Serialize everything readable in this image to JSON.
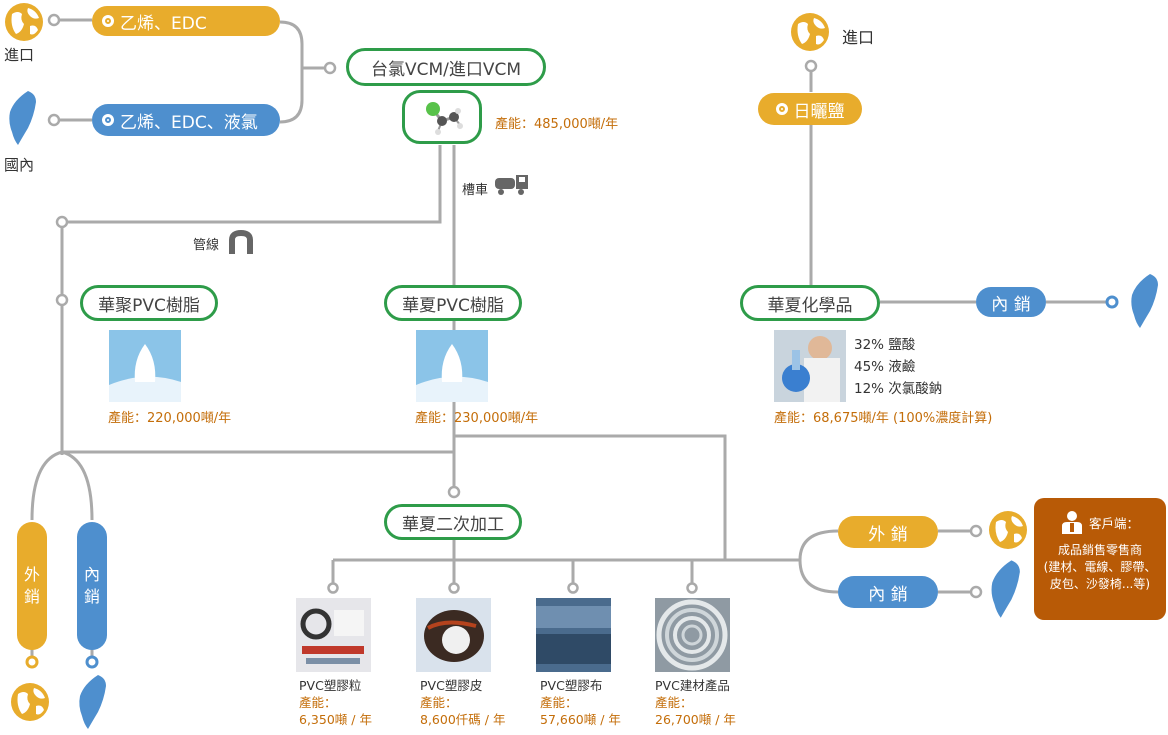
{
  "sources": {
    "import_label": "進口",
    "domestic_label": "國內",
    "import_feed": "乙烯、EDC",
    "domestic_feed": "乙烯、EDC、液氯"
  },
  "vcm": {
    "label": "台氯VCM/進口VCM",
    "capacity": "產能：485,000噸/年"
  },
  "transport": {
    "truck": "槽車",
    "pipe": "管線"
  },
  "salt": {
    "import_label": "進口",
    "label": "日曬鹽"
  },
  "resin1": {
    "label": "華聚PVC樹脂",
    "capacity": "產能：220,000噸/年"
  },
  "resin2": {
    "label": "華夏PVC樹脂",
    "capacity": "產能：230,000噸/年"
  },
  "chem": {
    "label": "華夏化學品",
    "items": [
      "32% 鹽酸",
      "45% 液鹼",
      "12% 次氯酸鈉"
    ],
    "capacity": "產能：68,675噸/年 (100%濃度計算)",
    "domestic_sales": "內 銷"
  },
  "left_sales": {
    "export_chars": [
      "外",
      "銷"
    ],
    "domestic_chars": [
      "內",
      "銷"
    ]
  },
  "processing": {
    "label": "華夏二次加工",
    "products": [
      {
        "name": "PVC塑膠粒",
        "cap_label": "產能：",
        "cap_value": "6,350噸 / 年"
      },
      {
        "name": "PVC塑膠皮",
        "cap_label": "產能：",
        "cap_value": "8,600仟碼 / 年"
      },
      {
        "name": "PVC塑膠布",
        "cap_label": "產能：",
        "cap_value": "57,660噸 / 年"
      },
      {
        "name": "PVC建材產品",
        "cap_label": "產能：",
        "cap_value": "26,700噸 / 年"
      }
    ]
  },
  "right_sales": {
    "export": "外 銷",
    "domestic": "內 銷"
  },
  "customer": {
    "title": "客戶端：",
    "line1": "成品銷售零售商",
    "line2": "(建材、電線、膠帶、",
    "line3": "皮包、沙發椅...等)"
  },
  "colors": {
    "green": "#2e9c49",
    "yellow": "#e8ac2c",
    "blue": "#4e8fce",
    "orange_text": "#c46e0a",
    "customer_box": "#b85a06",
    "line_gray": "#aaaaaa"
  },
  "icons": [
    "globe-icon",
    "taiwan-map-icon",
    "molecule-icon",
    "truck-icon",
    "pipe-icon",
    "person-icon"
  ]
}
